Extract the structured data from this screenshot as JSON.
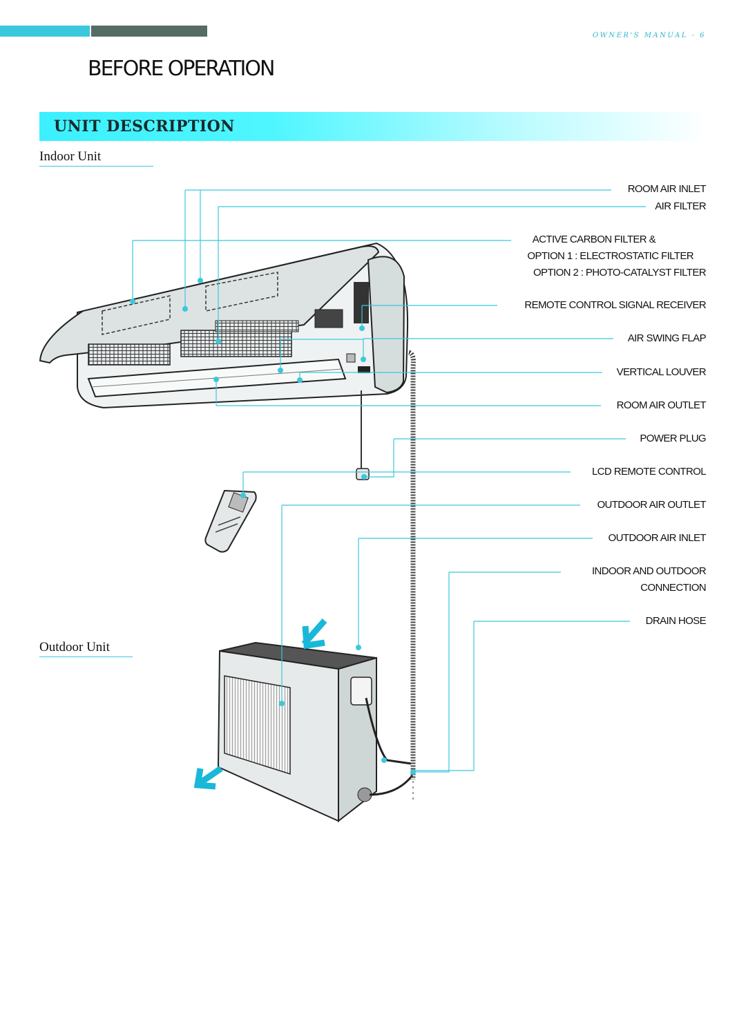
{
  "header": {
    "manual_ref": "OWNER'S MANUAL - 6",
    "accent_color": "#3bc8dc",
    "dark_color": "#556b66"
  },
  "page_title": "BEFORE OPERATION",
  "section": {
    "title": "UNIT DESCRIPTION",
    "band_color": "#3cf0ff"
  },
  "indoor": {
    "title": "Indoor Unit"
  },
  "outdoor": {
    "title": "Outdoor Unit"
  },
  "labels": {
    "room_air_inlet": "ROOM AIR INLET",
    "air_filter": "AIR  FILTER",
    "active_carbon_filter": "ACTIVE CARBON FILTER &",
    "option1": "OPTION 1 : ELECTROSTATIC FILTER",
    "option2": "OPTION 2 : PHOTO-CATALYST FILTER",
    "remote_receiver": "REMOTE CONTROL SIGNAL RECEIVER",
    "air_swing_flap": "AIR SWING FLAP",
    "vertical_louver": "VERTICAL LOUVER",
    "room_air_outlet": "ROOM AIR OUTLET",
    "power_plug": "POWER PLUG",
    "lcd_remote": "LCD REMOTE CONTROL",
    "outdoor_air_outlet": "OUTDOOR AIR OUTLET",
    "outdoor_air_inlet": "OUTDOOR AIR INLET",
    "connection_line1": "INDOOR AND OUTDOOR",
    "connection_line2": "CONNECTION",
    "drain_hose": "DRAIN HOSE"
  }
}
